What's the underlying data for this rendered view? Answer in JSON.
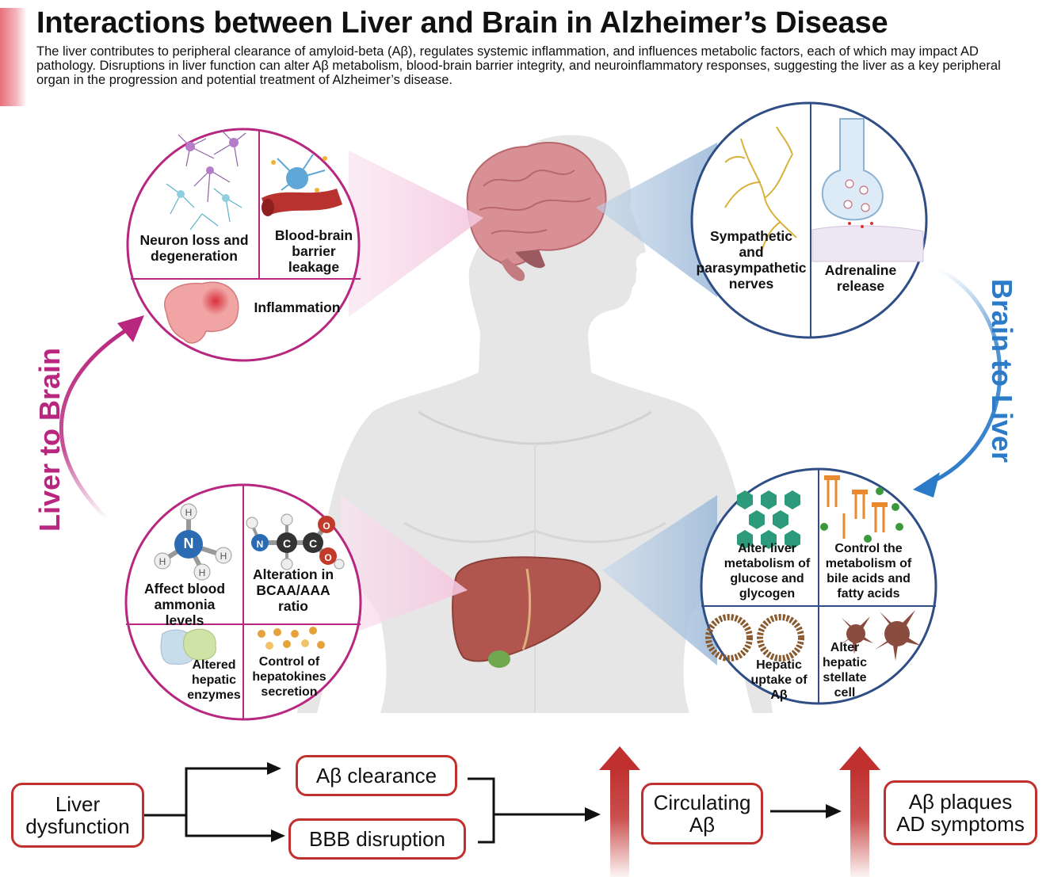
{
  "title": "Interactions between Liver and Brain in Alzheimer’s Disease",
  "description": "The liver contributes to peripheral clearance of amyloid-beta (Aβ), regulates systemic inflammation, and influences metabolic factors, each of which may impact AD pathology. Disruptions in liver function can alter Aβ metabolism, blood-brain barrier integrity, and neuroinflammatory responses, suggesting the liver as a key peripheral organ in the progression and potential treatment of Alzheimer’s disease.",
  "sides": {
    "liver_to_brain": "Liver to Brain",
    "brain_to_liver": "Brain to Liver"
  },
  "brain_effects": {
    "neuron_loss_1": "Neuron loss and",
    "neuron_loss_2": "degeneration",
    "bbb_1": "Blood-brain",
    "bbb_2": "barrier",
    "bbb_3": "leakage",
    "inflammation": "Inflammation"
  },
  "brain_signals": {
    "nerves_1": "Sympathetic",
    "nerves_2": "and",
    "nerves_3": "parasympathetic",
    "nerves_4": "nerves",
    "adrenaline_1": "Adrenaline",
    "adrenaline_2": "release"
  },
  "liver_effects": {
    "ammonia_1": "Affect blood",
    "ammonia_2": "ammonia",
    "ammonia_3": "levels",
    "bcaa_1": "Alteration in",
    "bcaa_2": "BCAA/AAA",
    "bcaa_3": "ratio",
    "enzymes_1": "Altered",
    "enzymes_2": "hepatic",
    "enzymes_3": "enzymes",
    "hepatokines_1": "Control of",
    "hepatokines_2": "hepatokines",
    "hepatokines_3": "secretion"
  },
  "liver_targets": {
    "glucose_1": "Alter liver",
    "glucose_2": "metabolism of",
    "glucose_3": "glucose and",
    "glucose_4": "glycogen",
    "bile_1": "Control the",
    "bile_2": "metabolism of",
    "bile_3": "bile acids and",
    "bile_4": "fatty acids",
    "uptake_1": "Hepatic",
    "uptake_2": "uptake of",
    "uptake_3": "Aβ",
    "stellate_1": "Alter",
    "stellate_2": "hepatic",
    "stellate_3": "stellate",
    "stellate_4": "cell"
  },
  "molecule_atoms": {
    "nitrogen": "N",
    "hydrogen": "H",
    "carbon": "C",
    "oxygen": "O"
  },
  "flow": {
    "liver_dysfunction_1": "Liver",
    "liver_dysfunction_2": "dysfunction",
    "ab_clearance": "Aβ clearance",
    "bbb_disruption": "BBB disruption",
    "circulating_1": "Circulating",
    "circulating_2": "Aβ",
    "plaques_1": "Aβ plaques",
    "plaques_2": "AD symptoms"
  },
  "colors": {
    "magenta": "#b8277f",
    "blue_ring": "#2f4e86",
    "blue_arrow": "#2b7bc8",
    "flow_red": "#c0302e",
    "liver": "#b0564e",
    "body": "#e6e6e6"
  }
}
